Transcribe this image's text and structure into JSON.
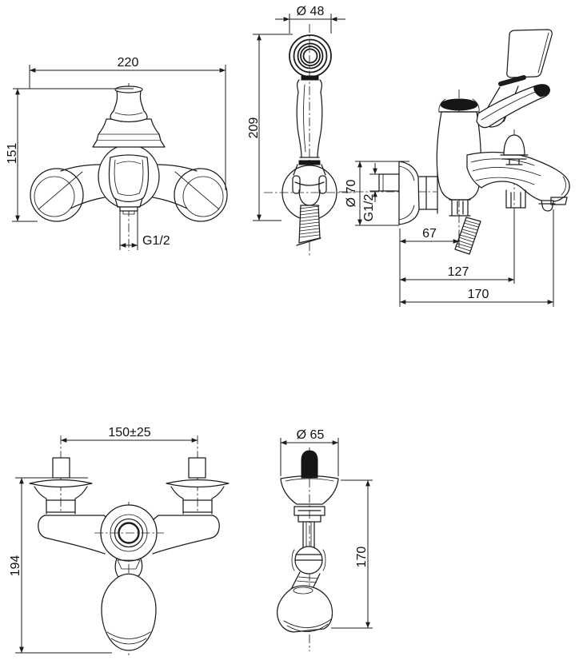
{
  "drawing": {
    "type": "bath-shower-mixer installation drawing",
    "colors": {
      "line": "#1c1c1c",
      "background": "#ffffff"
    },
    "views": {
      "front": {
        "overall_width": "220",
        "height": "151",
        "outlet_thread": "G1/2"
      },
      "hand_shower": {
        "head_diameter": "Ø 48",
        "height": "209"
      },
      "side": {
        "escutcheon_diameter": "Ø 70",
        "inlet_thread": "G1/2",
        "wall_to_body": "67",
        "wall_to_diverter": "127",
        "wall_to_spout_tip": "170"
      },
      "rear": {
        "inlet_spacing": "150±25",
        "overall_height": "194"
      },
      "profile": {
        "escutcheon_diameter": "Ø 65",
        "overall_height": "170"
      }
    }
  }
}
